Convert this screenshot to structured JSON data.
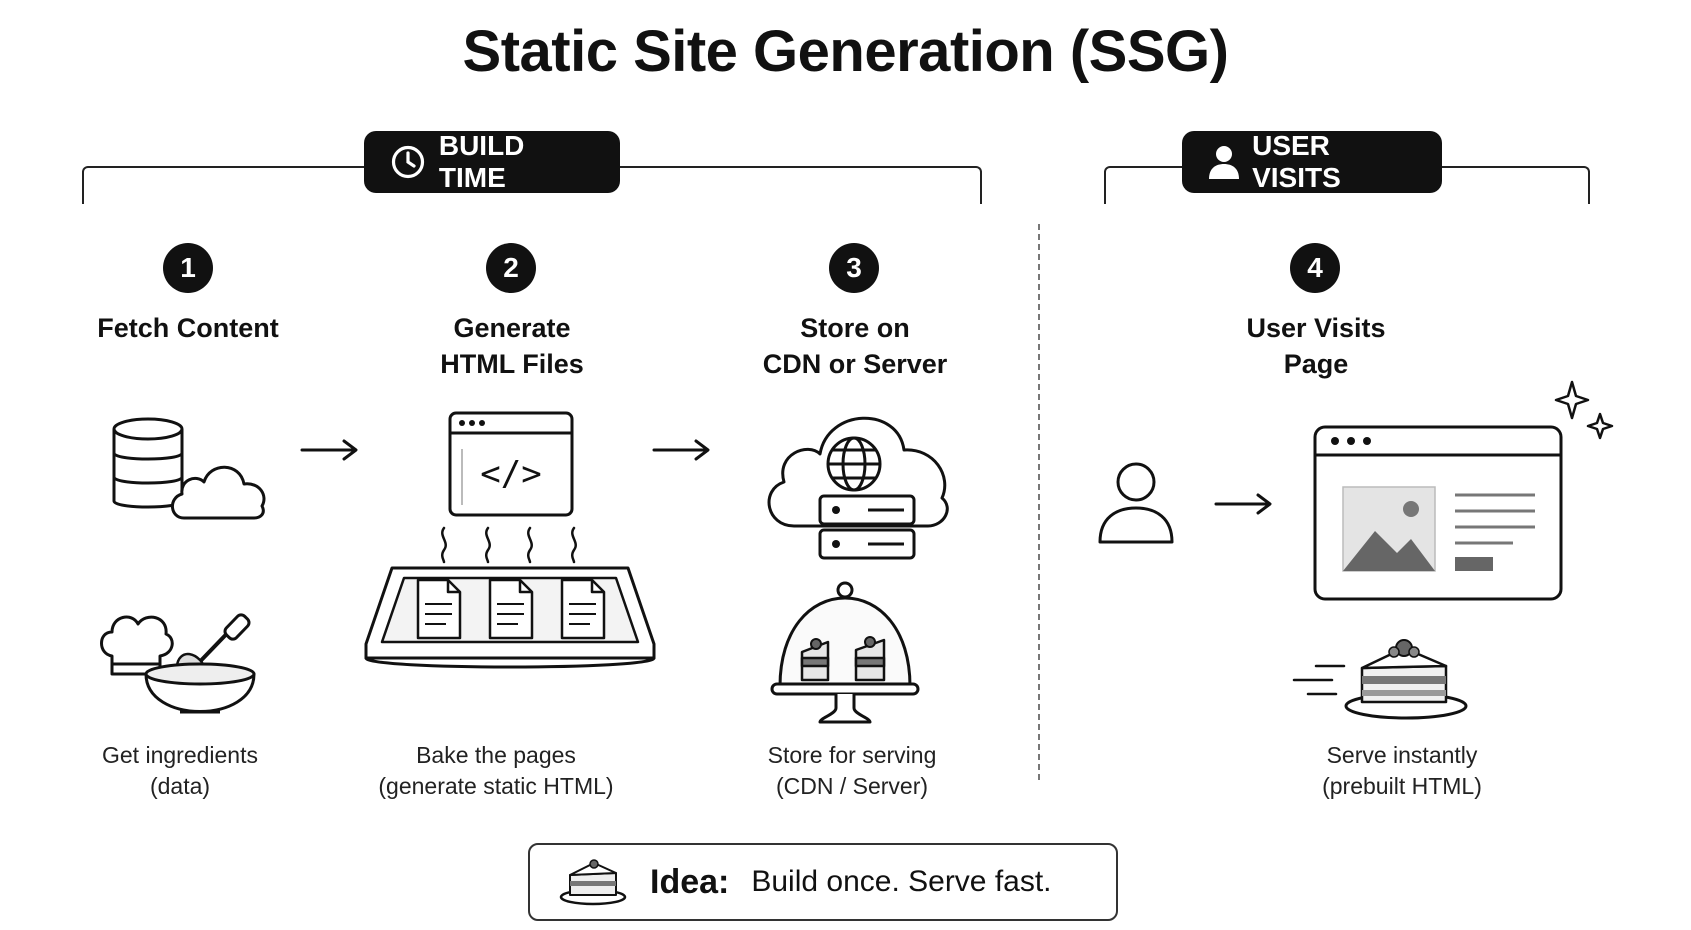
{
  "title": "Static Site Generation (SSG)",
  "phases": {
    "build": {
      "label": "BUILD TIME",
      "icon": "clock-icon"
    },
    "visit": {
      "label": "USER VISITS",
      "icon": "user-icon"
    }
  },
  "steps": [
    {
      "number": "1",
      "title_lines": [
        "Fetch Content"
      ],
      "caption_lines": [
        "Get ingredients",
        "(data)"
      ]
    },
    {
      "number": "2",
      "title_lines": [
        "Generate",
        "HTML Files"
      ],
      "caption_lines": [
        "Bake the pages",
        "(generate static HTML)"
      ]
    },
    {
      "number": "3",
      "title_lines": [
        "Store on",
        "CDN or Server"
      ],
      "caption_lines": [
        "Store for serving",
        "(CDN / Server)"
      ]
    },
    {
      "number": "4",
      "title_lines": [
        "User Visits",
        "Page"
      ],
      "caption_lines": [
        "Serve instantly",
        "(prebuilt HTML)"
      ]
    }
  ],
  "code_symbol": "</>",
  "idea": {
    "label": "Idea:",
    "text": "Build once. Serve fast."
  }
}
